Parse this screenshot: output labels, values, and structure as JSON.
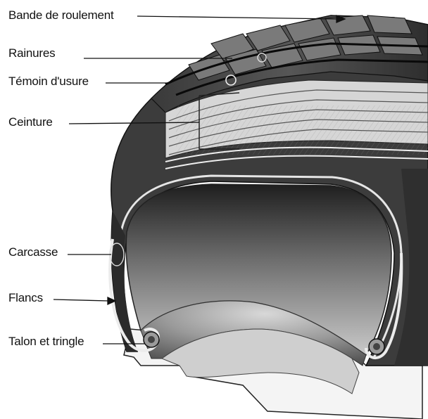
{
  "labels": [
    {
      "id": "tread",
      "text": "Bande de roulement"
    },
    {
      "id": "grooves",
      "text": "Rainures"
    },
    {
      "id": "wear-indicator",
      "text": "Témoin d'usure"
    },
    {
      "id": "belt",
      "text": "Ceinture"
    },
    {
      "id": "carcass",
      "text": "Carcasse"
    },
    {
      "id": "sidewalls",
      "text": "Flancs"
    },
    {
      "id": "bead",
      "text": "Talon et tringle"
    }
  ],
  "colors": {
    "background": "#ffffff",
    "ink": "#111111",
    "rubber_dark": "#2a2a2a",
    "rubber_mid": "#5e5e5e",
    "rubber_light": "#bdbdbd",
    "ply": "#e9e9e9"
  }
}
